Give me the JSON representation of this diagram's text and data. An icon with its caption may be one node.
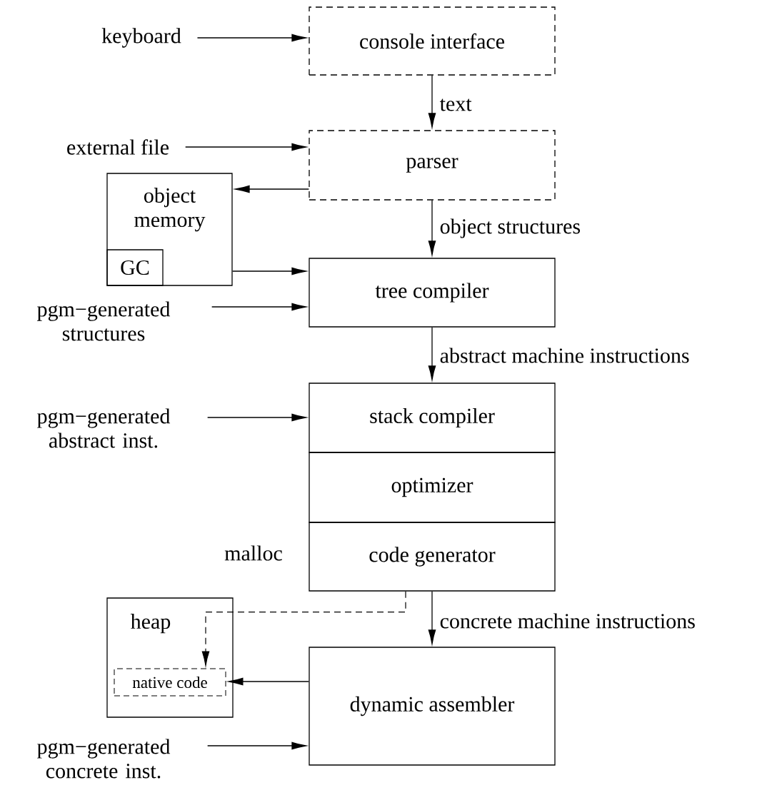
{
  "diagram": {
    "nodes": [
      {
        "text": [
          "keyboard"
        ]
      },
      {
        "text": [
          "console interface"
        ]
      },
      {
        "text": [
          "external file"
        ]
      },
      {
        "text": [
          "parser"
        ]
      },
      {
        "text": [
          "object memory"
        ]
      },
      {
        "text": [
          "GC"
        ],
        "in": 4
      },
      {
        "text": [
          "tree compiler"
        ]
      },
      {
        "text": [
          "pgm−generated structures"
        ]
      },
      {
        "text": [
          "stack compiler"
        ]
      },
      {
        "text": [
          "pgm−generated abstract inst."
        ]
      },
      {
        "text": [
          "optimizer"
        ]
      },
      {
        "text": [
          "code generator"
        ]
      },
      {
        "text": [
          "heap"
        ]
      },
      {
        "text": [
          "native code"
        ],
        "in": 12
      },
      {
        "text": [
          "dynamic assembler"
        ]
      },
      {
        "text": [
          "pgm−generated concrete inst."
        ]
      }
    ],
    "edges": [
      {
        "from": 0,
        "to": 1,
        "arrow": "to"
      },
      {
        "from": 1,
        "to": 3,
        "arrow": "to",
        "label": "text"
      },
      {
        "from": 2,
        "to": 3,
        "arrow": "to"
      },
      {
        "from": 3,
        "to": 4,
        "arrow": "to"
      },
      {
        "from": 3,
        "to": 6,
        "arrow": "to",
        "label": "object structures"
      },
      {
        "from": 4,
        "to": 6,
        "arrow": "to"
      },
      {
        "from": 7,
        "to": 6,
        "arrow": "to"
      },
      {
        "from": 6,
        "to": 8,
        "arrow": "to",
        "label": "abstract machine instructions"
      },
      {
        "from": 9,
        "to": 8,
        "arrow": "to"
      },
      {
        "from": 11,
        "to": 14,
        "arrow": "to",
        "label": "concrete machine instructions"
      },
      {
        "from": 11,
        "to": 13,
        "arrow": "to",
        "style": "dashed"
      },
      {
        "from": 14,
        "to": 13,
        "arrow": "to"
      },
      {
        "from": 15,
        "to": 14,
        "arrow": "to"
      }
    ],
    "labels": [
      "malloc"
    ]
  }
}
